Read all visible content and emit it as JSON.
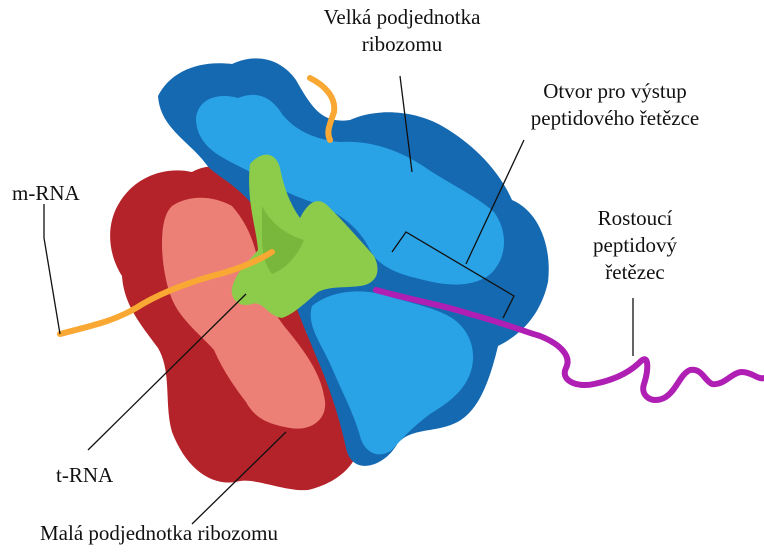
{
  "labels": {
    "large_subunit": [
      "Velká podjednotka",
      "ribozomu"
    ],
    "exit_tunnel": [
      "Otvor pro výstup",
      "peptidového řetězce"
    ],
    "growing_chain": [
      "Rostoucí",
      "peptidový",
      "řetězec"
    ],
    "mrna": "m-RNA",
    "trna": "t-RNA",
    "small_subunit": "Malá podjednotka ribozomu"
  },
  "colors": {
    "large_dark": "#1569b1",
    "large_light": "#29a3e6",
    "small_dark": "#b5232a",
    "small_light": "#ec8077",
    "trna": "#8ccc4a",
    "trna_dark": "#78b63c",
    "mrna": "#f9a833",
    "peptide": "#b01fb4",
    "leader": "#111111"
  }
}
